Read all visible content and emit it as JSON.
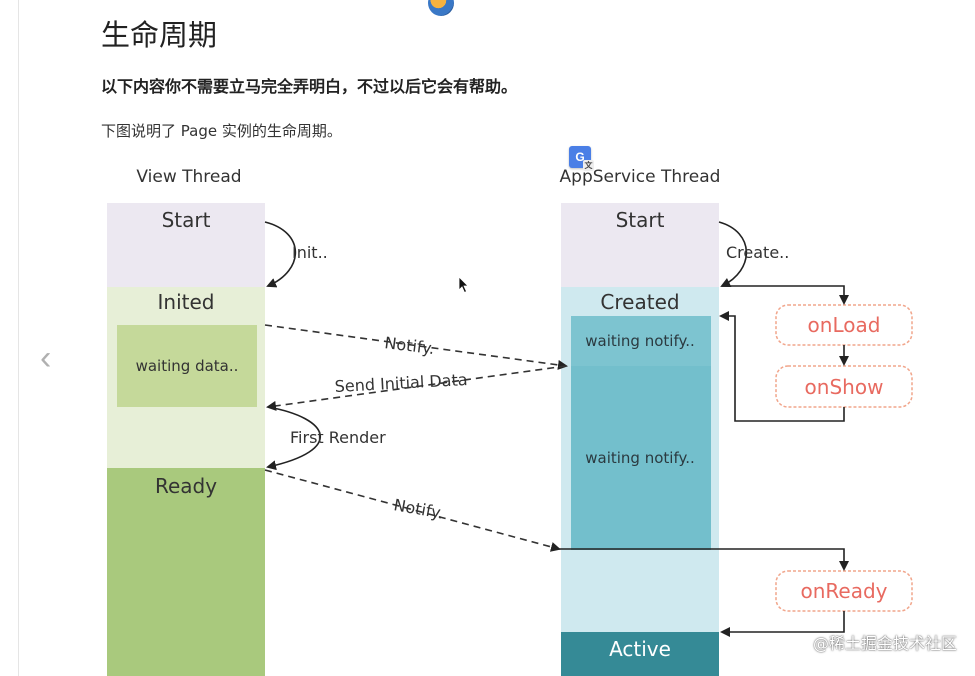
{
  "page": {
    "title": "生命周期",
    "intro_bold": "以下内容你不需要立马完全弄明白，不过以后它会有帮助。",
    "intro_plain": "下图说明了 Page 实例的生命周期。",
    "nav_prev_icon": "chevron-left-icon",
    "watermark": "@稀土掘金技术社区"
  },
  "diagram": {
    "view_thread": {
      "label": "View Thread",
      "states": {
        "start": "Start",
        "inited": "Inited",
        "waiting": "waiting data..",
        "ready": "Ready"
      }
    },
    "appservice_thread": {
      "label": "AppService Thread",
      "states": {
        "start": "Start",
        "created": "Created",
        "waiting1": "waiting notify..",
        "waiting2": "waiting notify..",
        "active": "Active"
      }
    },
    "callbacks": {
      "onload": "onLoad",
      "onshow": "onShow",
      "onready": "onReady"
    },
    "edges": {
      "init": "Init..",
      "create": "Create..",
      "notify1": "Notify.",
      "send_initial_data": "Send Initial Data",
      "first_render": "First Render",
      "notify2": "Notify."
    },
    "colors": {
      "view_start": "#ece8f1",
      "view_inited": "#e7efd7",
      "view_waiting": "#c5d99a",
      "view_ready": "#a9c97d",
      "app_start": "#ece8f1",
      "app_created": "#cfe9ef",
      "app_waiting": "#73bfcc",
      "app_active": "#358a96",
      "callback_border": "#f1a58b",
      "callback_text": "#e86a60"
    }
  }
}
